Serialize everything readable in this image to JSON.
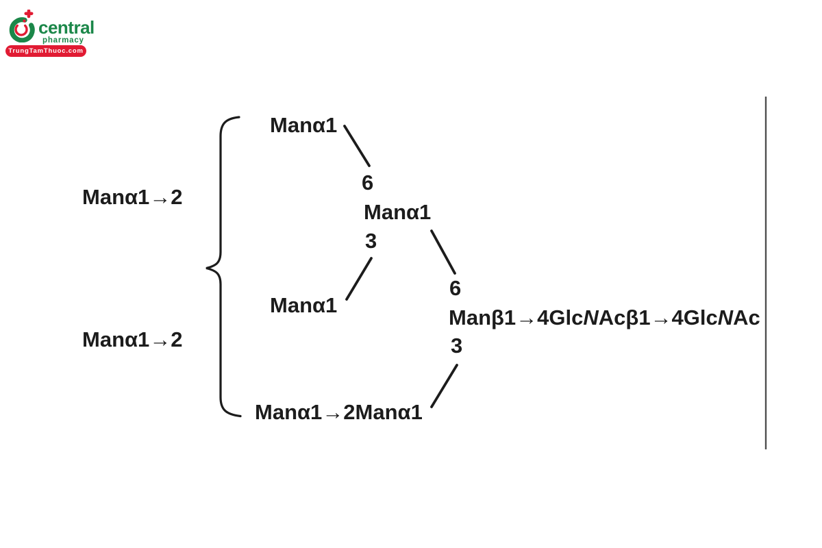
{
  "logo": {
    "icon": "central-pharmacy-c-plus-icon",
    "brand": "central",
    "sub": "pharmacy",
    "banner": "TrungTamThuoc.com",
    "colors": {
      "green": "#1b8749",
      "red": "#e11b33",
      "banner_text": "#ffffff"
    }
  },
  "diagram": {
    "description": "High-mannose N-glycan branching structure",
    "colors": {
      "text": "#1c1c1c",
      "bond": "#1c1c1c",
      "border_line": "#4f4f4f"
    },
    "labels": {
      "left_top": "Manα1→2",
      "left_bottom": "Manα1→2",
      "branch_top": "Manα1",
      "link6_mid": "6",
      "mid_man": "Manα1",
      "link3_mid": "3",
      "branch_lower": "Manα1",
      "link6_right": "6",
      "link3_right": "3",
      "branch_bottom": "Manα1→2Manα1"
    },
    "core_label_segments": [
      {
        "text": "Manβ1→4Glc"
      },
      {
        "text": "N",
        "italic": true
      },
      {
        "text": "Acβ1→4Glc"
      },
      {
        "text": "N",
        "italic": true
      },
      {
        "text": "Ac"
      }
    ]
  }
}
